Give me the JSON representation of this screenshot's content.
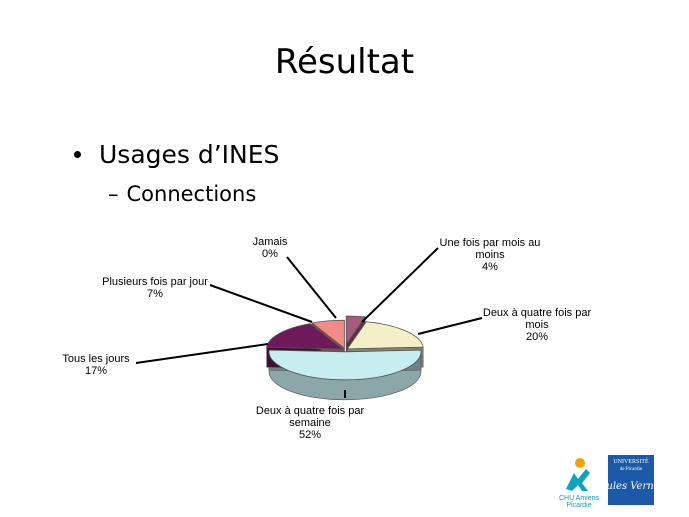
{
  "slide": {
    "title": "Résultat",
    "bullet": "Usages d’INES",
    "sub_bullet": "Connections"
  },
  "chart_data": {
    "type": "pie",
    "title": "",
    "slices": [
      {
        "label": [
          "Une fois par mois au",
          "moins"
        ],
        "value": 4,
        "pct": "4%",
        "color": "#a55a7e",
        "exploded": true
      },
      {
        "label": [
          "Deux à quatre fois par",
          "mois"
        ],
        "value": 20,
        "pct": "20%",
        "color": "#f3f0c8",
        "exploded": false
      },
      {
        "label": [
          "Deux à quatre fois par",
          "semaine"
        ],
        "value": 52,
        "pct": "52%",
        "color": "#c6eef0",
        "exploded": false
      },
      {
        "label": [
          "Tous les jours"
        ],
        "value": 17,
        "pct": "17%",
        "color": "#6e1a5a",
        "exploded": false
      },
      {
        "label": [
          "Plusieurs fois par jour"
        ],
        "value": 7,
        "pct": "7%",
        "color": "#ef8c86",
        "exploded": false
      },
      {
        "label": [
          "Jamais"
        ],
        "value": 0,
        "pct": "0%",
        "color": "#7c93c8",
        "exploded": false
      }
    ],
    "legend": "none",
    "style": "3d exploded pie with leader lines"
  },
  "logos": {
    "chu_lines": [
      "CHU Amiens",
      "Picardie"
    ],
    "univ_lines": [
      "UNIVERSITÉ",
      "de Picardie"
    ],
    "univ_signature": "Jules Verne"
  },
  "colors": {
    "chu_teal": "#0aa3c2",
    "chu_orange": "#f2a200",
    "univ_blue": "#1b5aa8"
  }
}
